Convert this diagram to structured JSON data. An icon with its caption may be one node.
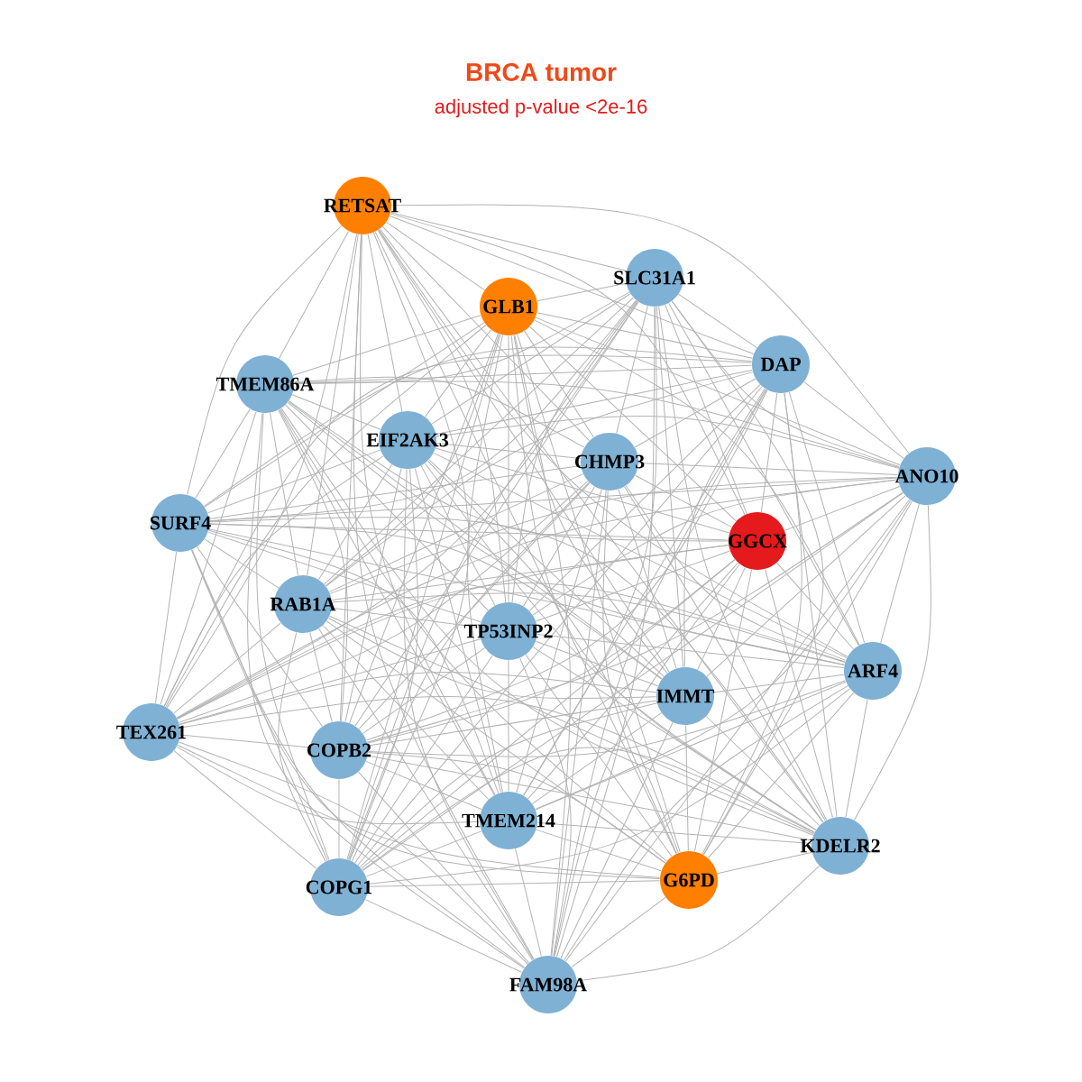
{
  "diagram": {
    "title": "BRCA tumor",
    "nodes": [
      {
        "text": [
          "RETSAT"
        ]
      },
      {
        "text": [
          "SLC31A1"
        ]
      },
      {
        "text": [
          "GLB1"
        ]
      },
      {
        "text": [
          "DAP"
        ]
      },
      {
        "text": [
          "TMEM86A"
        ]
      },
      {
        "text": [
          "EIF2AK3"
        ]
      },
      {
        "text": [
          "CHMP3"
        ]
      },
      {
        "text": [
          "ANO10"
        ]
      },
      {
        "text": [
          "SURF4"
        ]
      },
      {
        "text": [
          "GGCX"
        ]
      },
      {
        "text": [
          "RAB1A"
        ]
      },
      {
        "text": [
          "TP53INP2"
        ]
      },
      {
        "text": [
          "ARF4"
        ]
      },
      {
        "text": [
          "IMMT"
        ]
      },
      {
        "text": [
          "TEX261"
        ]
      },
      {
        "text": [
          "COPB2"
        ]
      },
      {
        "text": [
          "TMEM214"
        ]
      },
      {
        "text": [
          "KDELR2"
        ]
      },
      {
        "text": [
          "COPG1"
        ]
      },
      {
        "text": [
          "G6PD"
        ]
      },
      {
        "text": [
          "FAM98A"
        ]
      }
    ],
    "edges": [
      {
        "from": 0,
        "to": 1,
        "arrow": "none"
      },
      {
        "from": 0,
        "to": 2,
        "arrow": "none"
      },
      {
        "from": 0,
        "to": 3,
        "arrow": "none"
      },
      {
        "from": 0,
        "to": 4,
        "arrow": "none"
      },
      {
        "from": 0,
        "to": 5,
        "arrow": "none"
      },
      {
        "from": 0,
        "to": 6,
        "arrow": "none"
      },
      {
        "from": 0,
        "to": 7,
        "arrow": "none"
      },
      {
        "from": 0,
        "to": 8,
        "arrow": "none"
      },
      {
        "from": 0,
        "to": 9,
        "arrow": "none"
      },
      {
        "from": 0,
        "to": 10,
        "arrow": "none"
      },
      {
        "from": 0,
        "to": 11,
        "arrow": "none"
      },
      {
        "from": 0,
        "to": 12,
        "arrow": "none"
      },
      {
        "from": 0,
        "to": 13,
        "arrow": "none"
      },
      {
        "from": 0,
        "to": 14,
        "arrow": "none"
      },
      {
        "from": 0,
        "to": 15,
        "arrow": "none"
      },
      {
        "from": 0,
        "to": 16,
        "arrow": "none"
      },
      {
        "from": 0,
        "to": 17,
        "arrow": "none"
      },
      {
        "from": 0,
        "to": 18,
        "arrow": "none"
      },
      {
        "from": 0,
        "to": 19,
        "arrow": "none"
      },
      {
        "from": 0,
        "to": 20,
        "arrow": "none"
      },
      {
        "from": 1,
        "to": 2,
        "arrow": "none"
      },
      {
        "from": 1,
        "to": 3,
        "arrow": "none"
      },
      {
        "from": 1,
        "to": 4,
        "arrow": "none"
      },
      {
        "from": 1,
        "to": 5,
        "arrow": "none"
      },
      {
        "from": 1,
        "to": 6,
        "arrow": "none"
      },
      {
        "from": 1,
        "to": 7,
        "arrow": "none"
      },
      {
        "from": 1,
        "to": 8,
        "arrow": "none"
      },
      {
        "from": 1,
        "to": 9,
        "arrow": "none"
      },
      {
        "from": 1,
        "to": 10,
        "arrow": "none"
      },
      {
        "from": 1,
        "to": 11,
        "arrow": "none"
      },
      {
        "from": 1,
        "to": 12,
        "arrow": "none"
      },
      {
        "from": 1,
        "to": 13,
        "arrow": "none"
      },
      {
        "from": 1,
        "to": 14,
        "arrow": "none"
      },
      {
        "from": 1,
        "to": 15,
        "arrow": "none"
      },
      {
        "from": 1,
        "to": 16,
        "arrow": "none"
      },
      {
        "from": 1,
        "to": 17,
        "arrow": "none"
      },
      {
        "from": 1,
        "to": 18,
        "arrow": "none"
      },
      {
        "from": 1,
        "to": 19,
        "arrow": "none"
      },
      {
        "from": 1,
        "to": 20,
        "arrow": "none"
      },
      {
        "from": 2,
        "to": 3,
        "arrow": "none"
      },
      {
        "from": 2,
        "to": 4,
        "arrow": "none"
      },
      {
        "from": 2,
        "to": 5,
        "arrow": "none"
      },
      {
        "from": 2,
        "to": 6,
        "arrow": "none"
      },
      {
        "from": 2,
        "to": 7,
        "arrow": "none"
      },
      {
        "from": 2,
        "to": 8,
        "arrow": "none"
      },
      {
        "from": 2,
        "to": 9,
        "arrow": "none"
      },
      {
        "from": 2,
        "to": 10,
        "arrow": "none"
      },
      {
        "from": 2,
        "to": 11,
        "arrow": "none"
      },
      {
        "from": 2,
        "to": 12,
        "arrow": "none"
      },
      {
        "from": 2,
        "to": 13,
        "arrow": "none"
      },
      {
        "from": 2,
        "to": 14,
        "arrow": "none"
      },
      {
        "from": 2,
        "to": 15,
        "arrow": "none"
      },
      {
        "from": 2,
        "to": 16,
        "arrow": "none"
      },
      {
        "from": 2,
        "to": 17,
        "arrow": "none"
      },
      {
        "from": 2,
        "to": 18,
        "arrow": "none"
      },
      {
        "from": 2,
        "to": 19,
        "arrow": "none"
      },
      {
        "from": 2,
        "to": 20,
        "arrow": "none"
      },
      {
        "from": 3,
        "to": 4,
        "arrow": "none"
      },
      {
        "from": 3,
        "to": 5,
        "arrow": "none"
      },
      {
        "from": 3,
        "to": 6,
        "arrow": "none"
      },
      {
        "from": 3,
        "to": 7,
        "arrow": "none"
      },
      {
        "from": 3,
        "to": 8,
        "arrow": "none"
      },
      {
        "from": 3,
        "to": 9,
        "arrow": "none"
      },
      {
        "from": 3,
        "to": 10,
        "arrow": "none"
      },
      {
        "from": 3,
        "to": 11,
        "arrow": "none"
      },
      {
        "from": 3,
        "to": 12,
        "arrow": "none"
      },
      {
        "from": 3,
        "to": 13,
        "arrow": "none"
      },
      {
        "from": 3,
        "to": 14,
        "arrow": "none"
      },
      {
        "from": 3,
        "to": 15,
        "arrow": "none"
      },
      {
        "from": 3,
        "to": 16,
        "arrow": "none"
      },
      {
        "from": 3,
        "to": 17,
        "arrow": "none"
      },
      {
        "from": 3,
        "to": 18,
        "arrow": "none"
      },
      {
        "from": 3,
        "to": 19,
        "arrow": "none"
      },
      {
        "from": 3,
        "to": 20,
        "arrow": "none"
      },
      {
        "from": 4,
        "to": 5,
        "arrow": "none"
      },
      {
        "from": 4,
        "to": 6,
        "arrow": "none"
      },
      {
        "from": 4,
        "to": 7,
        "arrow": "none"
      },
      {
        "from": 4,
        "to": 8,
        "arrow": "none"
      },
      {
        "from": 4,
        "to": 9,
        "arrow": "none"
      },
      {
        "from": 4,
        "to": 10,
        "arrow": "none"
      },
      {
        "from": 4,
        "to": 11,
        "arrow": "none"
      },
      {
        "from": 4,
        "to": 12,
        "arrow": "none"
      },
      {
        "from": 4,
        "to": 13,
        "arrow": "none"
      },
      {
        "from": 4,
        "to": 14,
        "arrow": "none"
      },
      {
        "from": 4,
        "to": 15,
        "arrow": "none"
      },
      {
        "from": 4,
        "to": 16,
        "arrow": "none"
      },
      {
        "from": 4,
        "to": 17,
        "arrow": "none"
      },
      {
        "from": 4,
        "to": 18,
        "arrow": "none"
      },
      {
        "from": 4,
        "to": 19,
        "arrow": "none"
      },
      {
        "from": 4,
        "to": 20,
        "arrow": "none"
      },
      {
        "from": 5,
        "to": 6,
        "arrow": "none"
      },
      {
        "from": 5,
        "to": 7,
        "arrow": "none"
      },
      {
        "from": 5,
        "to": 8,
        "arrow": "none"
      },
      {
        "from": 5,
        "to": 9,
        "arrow": "none"
      },
      {
        "from": 5,
        "to": 10,
        "arrow": "none"
      },
      {
        "from": 5,
        "to": 11,
        "arrow": "none"
      },
      {
        "from": 5,
        "to": 12,
        "arrow": "none"
      },
      {
        "from": 5,
        "to": 13,
        "arrow": "none"
      },
      {
        "from": 5,
        "to": 14,
        "arrow": "none"
      },
      {
        "from": 5,
        "to": 15,
        "arrow": "none"
      },
      {
        "from": 5,
        "to": 16,
        "arrow": "none"
      },
      {
        "from": 5,
        "to": 17,
        "arrow": "none"
      },
      {
        "from": 5,
        "to": 18,
        "arrow": "none"
      },
      {
        "from": 5,
        "to": 19,
        "arrow": "none"
      },
      {
        "from": 5,
        "to": 20,
        "arrow": "none"
      },
      {
        "from": 6,
        "to": 7,
        "arrow": "none"
      },
      {
        "from": 6,
        "to": 8,
        "arrow": "none"
      },
      {
        "from": 6,
        "to": 9,
        "arrow": "none"
      },
      {
        "from": 6,
        "to": 10,
        "arrow": "none"
      },
      {
        "from": 6,
        "to": 11,
        "arrow": "none"
      },
      {
        "from": 6,
        "to": 12,
        "arrow": "none"
      },
      {
        "from": 6,
        "to": 13,
        "arrow": "none"
      },
      {
        "from": 6,
        "to": 14,
        "arrow": "none"
      },
      {
        "from": 6,
        "to": 15,
        "arrow": "none"
      },
      {
        "from": 6,
        "to": 16,
        "arrow": "none"
      },
      {
        "from": 6,
        "to": 17,
        "arrow": "none"
      },
      {
        "from": 6,
        "to": 18,
        "arrow": "none"
      },
      {
        "from": 6,
        "to": 19,
        "arrow": "none"
      },
      {
        "from": 6,
        "to": 20,
        "arrow": "none"
      },
      {
        "from": 7,
        "to": 8,
        "arrow": "none"
      },
      {
        "from": 7,
        "to": 9,
        "arrow": "none"
      },
      {
        "from": 7,
        "to": 10,
        "arrow": "none"
      },
      {
        "from": 7,
        "to": 11,
        "arrow": "none"
      },
      {
        "from": 7,
        "to": 12,
        "arrow": "none"
      },
      {
        "from": 7,
        "to": 13,
        "arrow": "none"
      },
      {
        "from": 7,
        "to": 14,
        "arrow": "none"
      },
      {
        "from": 7,
        "to": 15,
        "arrow": "none"
      },
      {
        "from": 7,
        "to": 16,
        "arrow": "none"
      },
      {
        "from": 7,
        "to": 17,
        "arrow": "none"
      },
      {
        "from": 7,
        "to": 18,
        "arrow": "none"
      },
      {
        "from": 7,
        "to": 19,
        "arrow": "none"
      },
      {
        "from": 7,
        "to": 20,
        "arrow": "none"
      },
      {
        "from": 8,
        "to": 9,
        "arrow": "none"
      },
      {
        "from": 8,
        "to": 10,
        "arrow": "none"
      },
      {
        "from": 8,
        "to": 11,
        "arrow": "none"
      },
      {
        "from": 8,
        "to": 12,
        "arrow": "none"
      },
      {
        "from": 8,
        "to": 13,
        "arrow": "none"
      },
      {
        "from": 8,
        "to": 14,
        "arrow": "none"
      },
      {
        "from": 8,
        "to": 15,
        "arrow": "none"
      },
      {
        "from": 8,
        "to": 16,
        "arrow": "none"
      },
      {
        "from": 8,
        "to": 17,
        "arrow": "none"
      },
      {
        "from": 8,
        "to": 18,
        "arrow": "none"
      },
      {
        "from": 8,
        "to": 19,
        "arrow": "none"
      },
      {
        "from": 8,
        "to": 20,
        "arrow": "none"
      },
      {
        "from": 9,
        "to": 10,
        "arrow": "none"
      },
      {
        "from": 9,
        "to": 11,
        "arrow": "none"
      },
      {
        "from": 9,
        "to": 12,
        "arrow": "none"
      },
      {
        "from": 9,
        "to": 13,
        "arrow": "none"
      },
      {
        "from": 9,
        "to": 14,
        "arrow": "none"
      },
      {
        "from": 9,
        "to": 15,
        "arrow": "none"
      },
      {
        "from": 9,
        "to": 16,
        "arrow": "none"
      },
      {
        "from": 9,
        "to": 17,
        "arrow": "none"
      },
      {
        "from": 9,
        "to": 18,
        "arrow": "none"
      },
      {
        "from": 9,
        "to": 19,
        "arrow": "none"
      },
      {
        "from": 9,
        "to": 20,
        "arrow": "none"
      },
      {
        "from": 10,
        "to": 11,
        "arrow": "none"
      },
      {
        "from": 10,
        "to": 12,
        "arrow": "none"
      },
      {
        "from": 10,
        "to": 13,
        "arrow": "none"
      },
      {
        "from": 10,
        "to": 14,
        "arrow": "none"
      },
      {
        "from": 10,
        "to": 15,
        "arrow": "none"
      },
      {
        "from": 10,
        "to": 16,
        "arrow": "none"
      },
      {
        "from": 10,
        "to": 17,
        "arrow": "none"
      },
      {
        "from": 10,
        "to": 18,
        "arrow": "none"
      },
      {
        "from": 10,
        "to": 19,
        "arrow": "none"
      },
      {
        "from": 10,
        "to": 20,
        "arrow": "none"
      },
      {
        "from": 11,
        "to": 12,
        "arrow": "none"
      },
      {
        "from": 11,
        "to": 13,
        "arrow": "none"
      },
      {
        "from": 11,
        "to": 14,
        "arrow": "none"
      },
      {
        "from": 11,
        "to": 15,
        "arrow": "none"
      },
      {
        "from": 11,
        "to": 16,
        "arrow": "none"
      },
      {
        "from": 11,
        "to": 17,
        "arrow": "none"
      },
      {
        "from": 11,
        "to": 18,
        "arrow": "none"
      },
      {
        "from": 11,
        "to": 19,
        "arrow": "none"
      },
      {
        "from": 11,
        "to": 20,
        "arrow": "none"
      },
      {
        "from": 12,
        "to": 13,
        "arrow": "none"
      },
      {
        "from": 12,
        "to": 14,
        "arrow": "none"
      },
      {
        "from": 12,
        "to": 15,
        "arrow": "none"
      },
      {
        "from": 12,
        "to": 16,
        "arrow": "none"
      },
      {
        "from": 12,
        "to": 17,
        "arrow": "none"
      },
      {
        "from": 12,
        "to": 18,
        "arrow": "none"
      },
      {
        "from": 12,
        "to": 19,
        "arrow": "none"
      },
      {
        "from": 12,
        "to": 20,
        "arrow": "none"
      },
      {
        "from": 13,
        "to": 14,
        "arrow": "none"
      },
      {
        "from": 13,
        "to": 15,
        "arrow": "none"
      },
      {
        "from": 13,
        "to": 16,
        "arrow": "none"
      },
      {
        "from": 13,
        "to": 17,
        "arrow": "none"
      },
      {
        "from": 13,
        "to": 18,
        "arrow": "none"
      },
      {
        "from": 13,
        "to": 19,
        "arrow": "none"
      },
      {
        "from": 13,
        "to": 20,
        "arrow": "none"
      },
      {
        "from": 14,
        "to": 15,
        "arrow": "none"
      },
      {
        "from": 14,
        "to": 16,
        "arrow": "none"
      },
      {
        "from": 14,
        "to": 17,
        "arrow": "none"
      },
      {
        "from": 14,
        "to": 18,
        "arrow": "none"
      },
      {
        "from": 14,
        "to": 19,
        "arrow": "none"
      },
      {
        "from": 14,
        "to": 20,
        "arrow": "none"
      },
      {
        "from": 15,
        "to": 16,
        "arrow": "none"
      },
      {
        "from": 15,
        "to": 17,
        "arrow": "none"
      },
      {
        "from": 15,
        "to": 18,
        "arrow": "none"
      },
      {
        "from": 15,
        "to": 19,
        "arrow": "none"
      },
      {
        "from": 15,
        "to": 20,
        "arrow": "none"
      },
      {
        "from": 16,
        "to": 17,
        "arrow": "none"
      },
      {
        "from": 16,
        "to": 18,
        "arrow": "none"
      },
      {
        "from": 16,
        "to": 19,
        "arrow": "none"
      },
      {
        "from": 16,
        "to": 20,
        "arrow": "none"
      },
      {
        "from": 17,
        "to": 18,
        "arrow": "none"
      },
      {
        "from": 17,
        "to": 19,
        "arrow": "none"
      },
      {
        "from": 17,
        "to": 20,
        "arrow": "none"
      },
      {
        "from": 18,
        "to": 19,
        "arrow": "none"
      },
      {
        "from": 18,
        "to": 20,
        "arrow": "none"
      },
      {
        "from": 19,
        "to": 20,
        "arrow": "none"
      }
    ],
    "labels": [
      "adjusted p-value <2e-16"
    ]
  }
}
